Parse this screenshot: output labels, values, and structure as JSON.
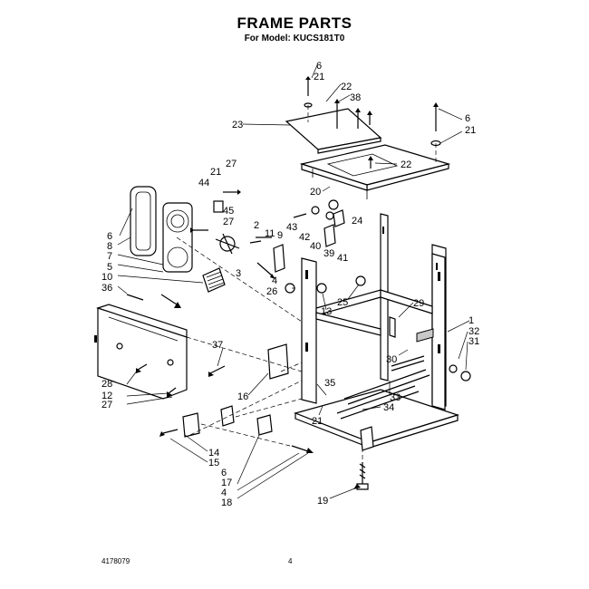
{
  "header": {
    "title": "FRAME PARTS",
    "subtitle": "For Model: KUCS181T0"
  },
  "footer": {
    "part_number": "4178079",
    "page_number": "4"
  },
  "callouts": {
    "c6a": "6",
    "c21a": "21",
    "c22a": "22",
    "c38": "38",
    "c23": "23",
    "c6b": "6",
    "c21b": "21",
    "c22b": "22",
    "c20": "20",
    "c21c": "21",
    "c27a": "27",
    "c44": "44",
    "c45": "45",
    "c27b": "27",
    "c2": "2",
    "c11": "11",
    "c9": "9",
    "c43": "43",
    "c42": "42",
    "c24": "24",
    "c40": "40",
    "c39": "39",
    "c41": "41",
    "c6c": "6",
    "c8": "8",
    "c7": "7",
    "c5": "5",
    "c10": "10",
    "c36": "36",
    "c3": "3",
    "c4a": "4",
    "c26": "26",
    "c13": "13",
    "c25": "25",
    "c29": "29",
    "c1": "1",
    "c32": "32",
    "c31": "31",
    "c37": "37",
    "c30": "30",
    "c28": "28",
    "c12": "12",
    "c27c": "27",
    "c16": "16",
    "c35": "35",
    "c33": "33",
    "c21d": "21",
    "c34": "34",
    "c14": "14",
    "c15": "15",
    "c6d": "6",
    "c17": "17",
    "c4b": "4",
    "c18": "18",
    "c19": "19"
  }
}
